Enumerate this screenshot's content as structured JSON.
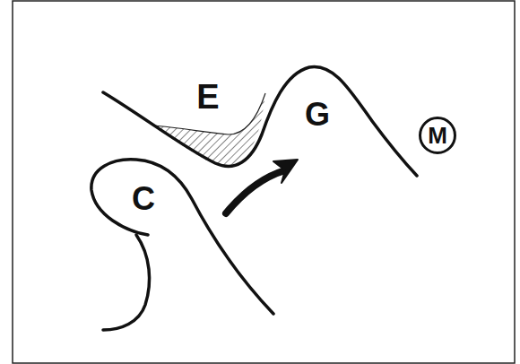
{
  "diagram": {
    "nodes": [
      {
        "text": [
          "M"
        ]
      }
    ],
    "labels": [
      "E",
      "G",
      "C"
    ]
  }
}
